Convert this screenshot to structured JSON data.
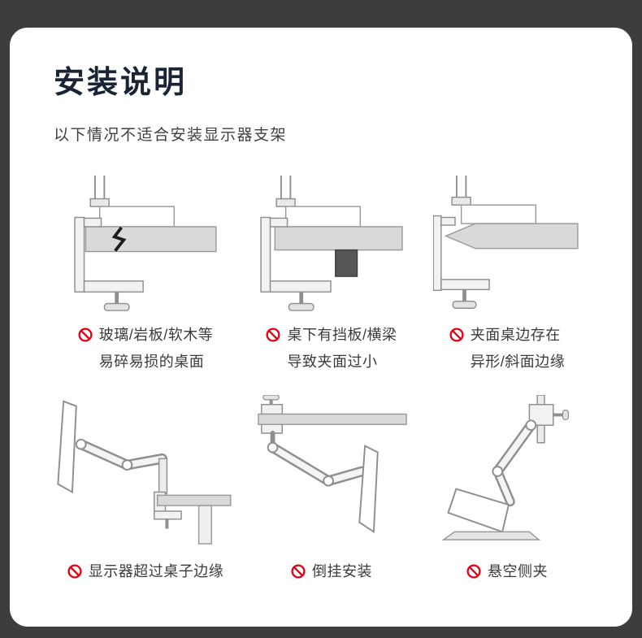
{
  "colors": {
    "page_bg": "#3d3d3d",
    "card_bg": "#ffffff",
    "title_color": "#1b2435",
    "text_color": "#3b3b3b",
    "prohibit_red": "#e60012",
    "outline_gray": "#8f8f8f",
    "desk_gray": "#d9d9d9",
    "baffle_dark": "#565656"
  },
  "header": {
    "title": "安装说明",
    "subtitle": "以下情况不适合安装显示器支架"
  },
  "items": [
    {
      "illustration": "fragile-desktop",
      "line1": "玻璃/岩板/软木等",
      "line2": "易碎易损的桌面"
    },
    {
      "illustration": "baffle-under-desk",
      "line1": "桌下有挡板/横梁",
      "line2": "导致夹面过小"
    },
    {
      "illustration": "irregular-edge",
      "line1": "夹面桌边存在",
      "line2": "异形/斜面边缘"
    },
    {
      "illustration": "monitor-beyond-edge",
      "line1": "显示器超过桌子边缘"
    },
    {
      "illustration": "upside-down-mount",
      "line1": "倒挂安装"
    },
    {
      "illustration": "floating-side-clamp",
      "line1": "悬空侧夹"
    }
  ]
}
